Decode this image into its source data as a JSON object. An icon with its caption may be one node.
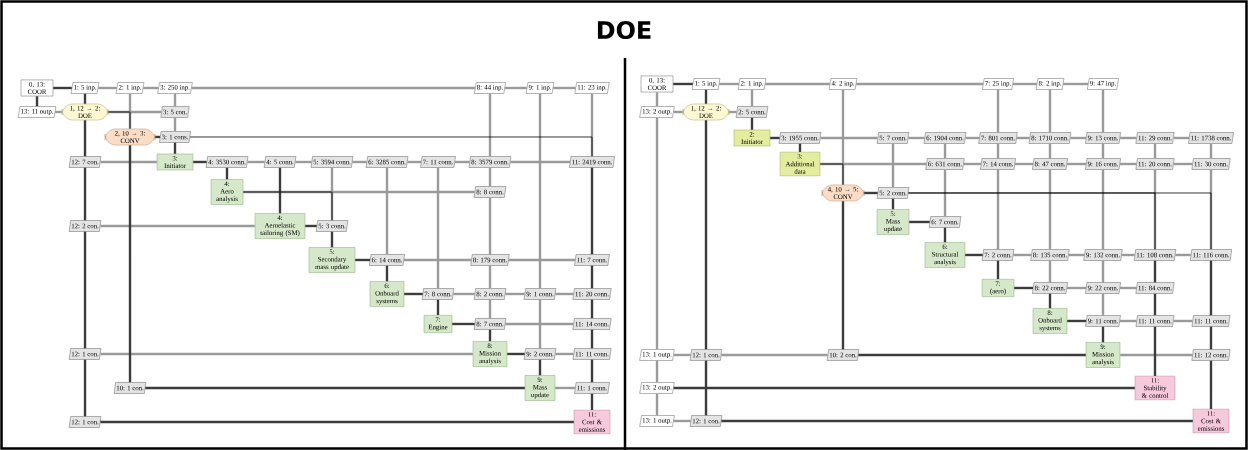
{
  "diagram": {
    "title": "DOE",
    "nodes": [
      {
        "text": [
          "0, 13:",
          "COOR"
        ]
      },
      {
        "text": [
          "1: 5 inp."
        ]
      },
      {
        "text": [
          "2: 1 inp."
        ]
      },
      {
        "text": [
          "3: 250 inp."
        ]
      },
      {
        "text": [
          "8: 44 inp."
        ]
      },
      {
        "text": [
          "9: 1 inp."
        ]
      },
      {
        "text": [
          "11: 23 inp."
        ]
      },
      {
        "text": [
          "13: 11 outp."
        ]
      },
      {
        "text": [
          "1, 12 → 2:",
          "DOE"
        ]
      },
      {
        "text": [
          "3: 5 con."
        ]
      },
      {
        "text": [
          "2, 10 → 3:",
          "CONV"
        ]
      },
      {
        "text": [
          "3: 1 cons."
        ]
      },
      {
        "text": [
          "12: 7 con."
        ]
      },
      {
        "text": [
          "3:",
          "Initiator"
        ]
      },
      {
        "text": [
          "4: 3530 conn."
        ]
      },
      {
        "text": [
          "4: 5 conn."
        ]
      },
      {
        "text": [
          "5: 3594 conn."
        ]
      },
      {
        "text": [
          "6: 3285 conn."
        ]
      },
      {
        "text": [
          "7: 11 conn."
        ]
      },
      {
        "text": [
          "8: 3579 conn."
        ]
      },
      {
        "text": [
          "11: 2419 conn."
        ]
      },
      {
        "text": [
          "4:",
          "Aero analysis"
        ]
      },
      {
        "text": [
          "8: 8 conn."
        ]
      },
      {
        "text": [
          "12: 2 con."
        ]
      },
      {
        "text": [
          "4:",
          "Aeroelastic tailoring (SM)"
        ]
      },
      {
        "text": [
          "5: 3 conn."
        ]
      },
      {
        "text": [
          "5:",
          "Secondary mass update"
        ]
      },
      {
        "text": [
          "6: 14 conn."
        ]
      },
      {
        "text": [
          "8: 179 conn."
        ]
      },
      {
        "text": [
          "11: 7 conn."
        ]
      },
      {
        "text": [
          "6:",
          "Onboard systems"
        ]
      },
      {
        "text": [
          "7: 8 conn."
        ]
      },
      {
        "text": [
          "8: 2 conn."
        ]
      },
      {
        "text": [
          "9: 1 conn."
        ]
      },
      {
        "text": [
          "11: 20 conn."
        ]
      },
      {
        "text": [
          "7:",
          "Engine"
        ]
      },
      {
        "text": [
          "8: 7 conn."
        ]
      },
      {
        "text": [
          "11: 14 conn."
        ]
      },
      {
        "text": [
          "12: 1 con."
        ]
      },
      {
        "text": [
          "8:",
          "Mission analysis"
        ]
      },
      {
        "text": [
          "9: 2 conn."
        ]
      },
      {
        "text": [
          "11: 11 conn."
        ]
      },
      {
        "text": [
          "10: 1 con."
        ]
      },
      {
        "text": [
          "9:",
          "Mass update"
        ]
      },
      {
        "text": [
          "11: 1 conn."
        ]
      },
      {
        "text": [
          "12: 1 con."
        ]
      },
      {
        "text": [
          "11:",
          "Cost & emissions"
        ]
      },
      {
        "text": [
          "0, 13:",
          "COOR"
        ]
      },
      {
        "text": [
          "1: 5 inp."
        ]
      },
      {
        "text": [
          "2: 1 inp."
        ]
      },
      {
        "text": [
          "4: 2 inp."
        ]
      },
      {
        "text": [
          "7: 25 inp."
        ]
      },
      {
        "text": [
          "8: 2 inp."
        ]
      },
      {
        "text": [
          "9: 47 inp."
        ]
      },
      {
        "text": [
          "13: 2 outp."
        ]
      },
      {
        "text": [
          "1, 12 → 2:",
          "DOE"
        ]
      },
      {
        "text": [
          "2: 5 conn."
        ]
      },
      {
        "text": [
          "2:",
          "Initiator"
        ]
      },
      {
        "text": [
          "3: 1955 conn."
        ]
      },
      {
        "text": [
          "5: 7 conn."
        ]
      },
      {
        "text": [
          "6: 1904 conn."
        ]
      },
      {
        "text": [
          "7: 801 conn."
        ]
      },
      {
        "text": [
          "8: 1710 conn."
        ]
      },
      {
        "text": [
          "9: 13 conn."
        ]
      },
      {
        "text": [
          "11: 29 conn."
        ]
      },
      {
        "text": [
          "11: 1738 conn."
        ]
      },
      {
        "text": [
          "3:",
          "Additional data"
        ]
      },
      {
        "text": [
          "6: 631 conn."
        ]
      },
      {
        "text": [
          "7: 14 conn."
        ]
      },
      {
        "text": [
          "8: 47 conn."
        ]
      },
      {
        "text": [
          "9: 16 conn."
        ]
      },
      {
        "text": [
          "11: 20 conn."
        ]
      },
      {
        "text": [
          "11: 30 conn."
        ]
      },
      {
        "text": [
          "4, 10 → 5:",
          "CONV"
        ]
      },
      {
        "text": [
          "5: 2 conn."
        ]
      },
      {
        "text": [
          "5:",
          "Mass update"
        ]
      },
      {
        "text": [
          "6: 7 conn."
        ]
      },
      {
        "text": [
          "6:",
          "Structural analysis"
        ]
      },
      {
        "text": [
          "7: 2 conn."
        ]
      },
      {
        "text": [
          "8: 135 conn."
        ]
      },
      {
        "text": [
          "9: 132 conn."
        ]
      },
      {
        "text": [
          "11: 108 conn."
        ]
      },
      {
        "text": [
          "11: 116 conn."
        ]
      },
      {
        "text": [
          "7:",
          "(aero)"
        ]
      },
      {
        "text": [
          "8: 22 conn."
        ]
      },
      {
        "text": [
          "9: 22 conn."
        ]
      },
      {
        "text": [
          "11: 84 conn."
        ]
      },
      {
        "text": [
          "8:",
          "Onboard systems"
        ]
      },
      {
        "text": [
          "9: 11 conn."
        ]
      },
      {
        "text": [
          "11: 11 conn."
        ]
      },
      {
        "text": [
          "11: 11 conn."
        ]
      },
      {
        "text": [
          "13: 1 outp."
        ]
      },
      {
        "text": [
          "12: 1 con."
        ]
      },
      {
        "text": [
          "10: 2 con."
        ]
      },
      {
        "text": [
          "9:",
          "Mission analysis"
        ]
      },
      {
        "text": [
          "11: 12 conn."
        ]
      },
      {
        "text": [
          "13: 2 outp."
        ]
      },
      {
        "text": [
          "11:",
          "Stability & control"
        ]
      },
      {
        "text": [
          "13: 1 outp."
        ]
      },
      {
        "text": [
          "12: 1 con."
        ]
      },
      {
        "text": [
          "11:",
          "Cost & emissions"
        ]
      }
    ],
    "edges": [
      {
        "from": 0,
        "to": 1,
        "arrow": "none",
        "color": "#3c3c3c"
      },
      {
        "from": 1,
        "to": 2,
        "arrow": "none"
      },
      {
        "from": 2,
        "to": 3,
        "arrow": "none"
      },
      {
        "from": 3,
        "to": 4,
        "arrow": "none"
      },
      {
        "from": 4,
        "to": 5,
        "arrow": "none"
      },
      {
        "from": 5,
        "to": 6,
        "arrow": "none"
      },
      {
        "from": 7,
        "to": 8,
        "arrow": "none"
      },
      {
        "from": 8,
        "to": 9,
        "arrow": "none"
      },
      {
        "from": 10,
        "to": 11,
        "arrow": "none",
        "color": "#3c3c3c"
      },
      {
        "from": 12,
        "to": 13,
        "arrow": "none"
      },
      {
        "from": 13,
        "to": 14,
        "arrow": "none",
        "color": "#3c3c3c"
      },
      {
        "from": 14,
        "to": 15,
        "arrow": "none"
      },
      {
        "from": 15,
        "to": 16,
        "arrow": "none"
      },
      {
        "from": 16,
        "to": 17,
        "arrow": "none"
      },
      {
        "from": 17,
        "to": 18,
        "arrow": "none"
      },
      {
        "from": 18,
        "to": 19,
        "arrow": "none"
      },
      {
        "from": 19,
        "to": 20,
        "arrow": "none"
      },
      {
        "from": 21,
        "to": 22,
        "arrow": "none"
      },
      {
        "from": 23,
        "to": 24,
        "arrow": "none"
      },
      {
        "from": 24,
        "to": 25,
        "arrow": "none",
        "color": "#3c3c3c"
      },
      {
        "from": 26,
        "to": 27,
        "arrow": "none",
        "color": "#3c3c3c"
      },
      {
        "from": 27,
        "to": 28,
        "arrow": "none"
      },
      {
        "from": 28,
        "to": 29,
        "arrow": "none"
      },
      {
        "from": 30,
        "to": 31,
        "arrow": "none",
        "color": "#3c3c3c"
      },
      {
        "from": 31,
        "to": 32,
        "arrow": "none"
      },
      {
        "from": 32,
        "to": 33,
        "arrow": "none"
      },
      {
        "from": 33,
        "to": 34,
        "arrow": "none"
      },
      {
        "from": 35,
        "to": 36,
        "arrow": "none",
        "color": "#3c3c3c"
      },
      {
        "from": 36,
        "to": 37,
        "arrow": "none"
      },
      {
        "from": 38,
        "to": 39,
        "arrow": "none"
      },
      {
        "from": 39,
        "to": 40,
        "arrow": "none",
        "color": "#3c3c3c"
      },
      {
        "from": 40,
        "to": 41,
        "arrow": "none"
      },
      {
        "from": 42,
        "to": 43,
        "arrow": "none",
        "color": "#3c3c3c"
      },
      {
        "from": 43,
        "to": 44,
        "arrow": "none"
      },
      {
        "from": 45,
        "to": 46,
        "arrow": "none",
        "color": "#3c3c3c"
      },
      {
        "from": 0,
        "to": 7,
        "arrow": "none",
        "color": "#3c3c3c"
      },
      {
        "from": 1,
        "to": 8,
        "arrow": "none",
        "color": "#3c3c3c"
      },
      {
        "from": 8,
        "to": 12,
        "arrow": "none",
        "color": "#3c3c3c"
      },
      {
        "from": 12,
        "to": 23,
        "arrow": "none",
        "color": "#3c3c3c"
      },
      {
        "from": 23,
        "to": 38,
        "arrow": "none",
        "color": "#3c3c3c"
      },
      {
        "from": 38,
        "to": 45,
        "arrow": "none",
        "color": "#3c3c3c"
      },
      {
        "from": 2,
        "to": 10,
        "arrow": "none"
      },
      {
        "from": 10,
        "to": 42,
        "arrow": "none",
        "color": "#3c3c3c"
      },
      {
        "from": 3,
        "to": 9,
        "arrow": "none"
      },
      {
        "from": 9,
        "to": 11,
        "arrow": "none"
      },
      {
        "from": 11,
        "to": 13,
        "arrow": "none",
        "color": "#3c3c3c"
      },
      {
        "from": 14,
        "to": 21,
        "arrow": "none",
        "color": "#3c3c3c"
      },
      {
        "from": 15,
        "to": 24,
        "arrow": "none",
        "color": "#3c3c3c"
      },
      {
        "from": 16,
        "to": 25,
        "arrow": "none"
      },
      {
        "from": 25,
        "to": 26,
        "arrow": "none",
        "color": "#3c3c3c"
      },
      {
        "from": 17,
        "to": 27,
        "arrow": "none"
      },
      {
        "from": 27,
        "to": 30,
        "arrow": "none",
        "color": "#3c3c3c"
      },
      {
        "from": 18,
        "to": 31,
        "arrow": "none"
      },
      {
        "from": 31,
        "to": 35,
        "arrow": "none",
        "color": "#3c3c3c"
      },
      {
        "from": 4,
        "to": 19,
        "arrow": "none"
      },
      {
        "from": 19,
        "to": 22,
        "arrow": "none"
      },
      {
        "from": 22,
        "to": 28,
        "arrow": "none"
      },
      {
        "from": 28,
        "to": 32,
        "arrow": "none"
      },
      {
        "from": 32,
        "to": 36,
        "arrow": "none"
      },
      {
        "from": 36,
        "to": 39,
        "arrow": "none",
        "color": "#3c3c3c"
      },
      {
        "from": 5,
        "to": 33,
        "arrow": "none"
      },
      {
        "from": 33,
        "to": 40,
        "arrow": "none"
      },
      {
        "from": 40,
        "to": 43,
        "arrow": "none",
        "color": "#3c3c3c"
      },
      {
        "from": 6,
        "to": 20,
        "arrow": "none"
      },
      {
        "from": 20,
        "to": 29,
        "arrow": "none",
        "color": "#3c3c3c"
      },
      {
        "from": 29,
        "to": 34,
        "arrow": "none",
        "color": "#3c3c3c"
      },
      {
        "from": 34,
        "to": 37,
        "arrow": "none",
        "color": "#3c3c3c"
      },
      {
        "from": 37,
        "to": 41,
        "arrow": "none",
        "color": "#3c3c3c"
      },
      {
        "from": 41,
        "to": 44,
        "arrow": "none",
        "color": "#3c3c3c"
      },
      {
        "from": 44,
        "to": 46,
        "arrow": "none",
        "color": "#3c3c3c"
      },
      {
        "from": 8,
        "to": 10,
        "arrow": "none",
        "color": "#000000"
      },
      {
        "from": 11,
        "to": 20,
        "arrow": "none",
        "color": "#000000"
      },
      {
        "from": 21,
        "to": 25,
        "arrow": "none",
        "color": "#000000"
      },
      {
        "from": 47,
        "to": 48,
        "arrow": "none",
        "color": "#3c3c3c"
      },
      {
        "from": 48,
        "to": 49,
        "arrow": "none"
      },
      {
        "from": 49,
        "to": 50,
        "arrow": "none"
      },
      {
        "from": 50,
        "to": 51,
        "arrow": "none"
      },
      {
        "from": 51,
        "to": 52,
        "arrow": "none"
      },
      {
        "from": 52,
        "to": 53,
        "arrow": "none"
      },
      {
        "from": 54,
        "to": 55,
        "arrow": "none"
      },
      {
        "from": 55,
        "to": 56,
        "arrow": "none"
      },
      {
        "from": 57,
        "to": 58,
        "arrow": "none",
        "color": "#3c3c3c"
      },
      {
        "from": 58,
        "to": 59,
        "arrow": "none"
      },
      {
        "from": 59,
        "to": 60,
        "arrow": "none"
      },
      {
        "from": 60,
        "to": 61,
        "arrow": "none"
      },
      {
        "from": 61,
        "to": 62,
        "arrow": "none"
      },
      {
        "from": 62,
        "to": 63,
        "arrow": "none"
      },
      {
        "from": 63,
        "to": 64,
        "arrow": "none"
      },
      {
        "from": 64,
        "to": 65,
        "arrow": "none"
      },
      {
        "from": 66,
        "to": 67,
        "arrow": "none"
      },
      {
        "from": 67,
        "to": 68,
        "arrow": "none"
      },
      {
        "from": 68,
        "to": 69,
        "arrow": "none"
      },
      {
        "from": 69,
        "to": 70,
        "arrow": "none"
      },
      {
        "from": 70,
        "to": 71,
        "arrow": "none"
      },
      {
        "from": 71,
        "to": 72,
        "arrow": "none"
      },
      {
        "from": 73,
        "to": 74,
        "arrow": "none",
        "color": "#3c3c3c"
      },
      {
        "from": 75,
        "to": 76,
        "arrow": "none",
        "color": "#3c3c3c"
      },
      {
        "from": 77,
        "to": 78,
        "arrow": "none",
        "color": "#3c3c3c"
      },
      {
        "from": 78,
        "to": 79,
        "arrow": "none"
      },
      {
        "from": 79,
        "to": 80,
        "arrow": "none"
      },
      {
        "from": 80,
        "to": 81,
        "arrow": "none"
      },
      {
        "from": 81,
        "to": 82,
        "arrow": "none"
      },
      {
        "from": 83,
        "to": 84,
        "arrow": "none",
        "color": "#3c3c3c"
      },
      {
        "from": 84,
        "to": 85,
        "arrow": "none"
      },
      {
        "from": 85,
        "to": 86,
        "arrow": "none"
      },
      {
        "from": 87,
        "to": 88,
        "arrow": "none",
        "color": "#3c3c3c"
      },
      {
        "from": 88,
        "to": 89,
        "arrow": "none"
      },
      {
        "from": 89,
        "to": 90,
        "arrow": "none"
      },
      {
        "from": 91,
        "to": 92,
        "arrow": "none"
      },
      {
        "from": 92,
        "to": 93,
        "arrow": "none"
      },
      {
        "from": 93,
        "to": 94,
        "arrow": "none",
        "color": "#3c3c3c"
      },
      {
        "from": 94,
        "to": 95,
        "arrow": "none"
      },
      {
        "from": 96,
        "to": 97,
        "arrow": "none",
        "color": "#3c3c3c"
      },
      {
        "from": 98,
        "to": 99,
        "arrow": "none"
      },
      {
        "from": 99,
        "to": 100,
        "arrow": "none",
        "color": "#3c3c3c"
      },
      {
        "from": 47,
        "to": 54,
        "arrow": "none"
      },
      {
        "from": 54,
        "to": 91,
        "arrow": "none"
      },
      {
        "from": 91,
        "to": 96,
        "arrow": "none"
      },
      {
        "from": 96,
        "to": 98,
        "arrow": "none"
      },
      {
        "from": 48,
        "to": 55,
        "arrow": "none",
        "color": "#3c3c3c"
      },
      {
        "from": 55,
        "to": 92,
        "arrow": "none",
        "color": "#3c3c3c"
      },
      {
        "from": 92,
        "to": 99,
        "arrow": "none",
        "color": "#3c3c3c"
      },
      {
        "from": 49,
        "to": 56,
        "arrow": "none"
      },
      {
        "from": 56,
        "to": 57,
        "arrow": "none",
        "color": "#3c3c3c"
      },
      {
        "from": 58,
        "to": 66,
        "arrow": "none",
        "color": "#3c3c3c"
      },
      {
        "from": 50,
        "to": 73,
        "arrow": "none"
      },
      {
        "from": 73,
        "to": 93,
        "arrow": "none",
        "color": "#3c3c3c"
      },
      {
        "from": 59,
        "to": 74,
        "arrow": "none"
      },
      {
        "from": 74,
        "to": 75,
        "arrow": "none",
        "color": "#3c3c3c"
      },
      {
        "from": 60,
        "to": 67,
        "arrow": "none"
      },
      {
        "from": 67,
        "to": 76,
        "arrow": "none"
      },
      {
        "from": 76,
        "to": 77,
        "arrow": "none",
        "color": "#3c3c3c"
      },
      {
        "from": 51,
        "to": 61,
        "arrow": "none"
      },
      {
        "from": 61,
        "to": 68,
        "arrow": "none"
      },
      {
        "from": 68,
        "to": 78,
        "arrow": "none"
      },
      {
        "from": 78,
        "to": 83,
        "arrow": "none",
        "color": "#3c3c3c"
      },
      {
        "from": 52,
        "to": 62,
        "arrow": "none"
      },
      {
        "from": 62,
        "to": 69,
        "arrow": "none"
      },
      {
        "from": 69,
        "to": 79,
        "arrow": "none"
      },
      {
        "from": 79,
        "to": 84,
        "arrow": "none"
      },
      {
        "from": 84,
        "to": 87,
        "arrow": "none",
        "color": "#3c3c3c"
      },
      {
        "from": 53,
        "to": 63,
        "arrow": "none"
      },
      {
        "from": 63,
        "to": 70,
        "arrow": "none"
      },
      {
        "from": 70,
        "to": 80,
        "arrow": "none"
      },
      {
        "from": 80,
        "to": 85,
        "arrow": "none"
      },
      {
        "from": 85,
        "to": 88,
        "arrow": "none"
      },
      {
        "from": 88,
        "to": 94,
        "arrow": "none",
        "color": "#3c3c3c"
      },
      {
        "from": 64,
        "to": 71,
        "arrow": "none"
      },
      {
        "from": 71,
        "to": 81,
        "arrow": "none"
      },
      {
        "from": 81,
        "to": 86,
        "arrow": "none",
        "color": "#3c3c3c"
      },
      {
        "from": 86,
        "to": 89,
        "arrow": "none",
        "color": "#3c3c3c"
      },
      {
        "from": 89,
        "to": 97,
        "arrow": "none",
        "color": "#3c3c3c"
      },
      {
        "from": 65,
        "to": 72,
        "arrow": "none"
      },
      {
        "from": 72,
        "to": 82,
        "arrow": "none"
      },
      {
        "from": 82,
        "to": 90,
        "arrow": "none",
        "color": "#3c3c3c"
      },
      {
        "from": 90,
        "to": 95,
        "arrow": "none",
        "color": "#3c3c3c"
      },
      {
        "from": 95,
        "to": 100,
        "arrow": "none",
        "color": "#3c3c3c"
      },
      {
        "from": 66,
        "to": 73,
        "arrow": "none",
        "color": "#000000"
      },
      {
        "from": 74,
        "to": 81,
        "arrow": "none",
        "color": "#000000"
      },
      {
        "from": 74,
        "to": 82,
        "arrow": "none",
        "color": "#000000"
      }
    ]
  }
}
